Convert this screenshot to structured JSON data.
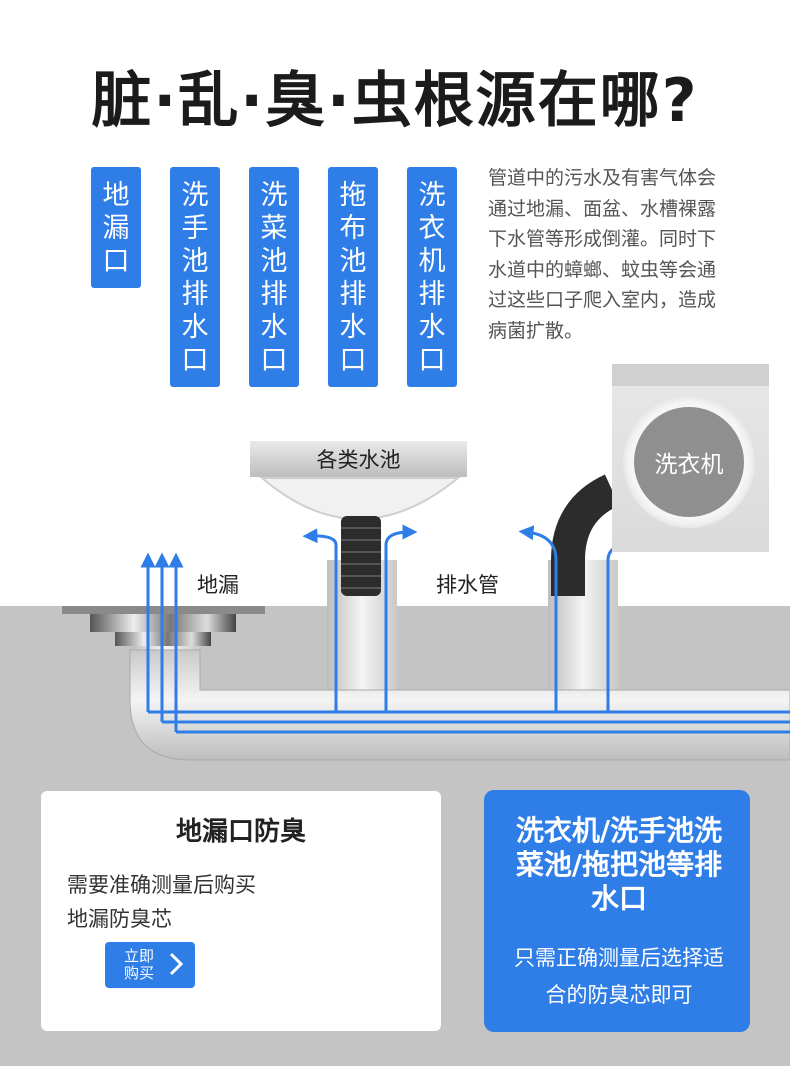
{
  "title": "脏·乱·臭·虫根源在哪?",
  "tags": [
    "地漏口",
    "洗手池排水口",
    "洗菜池排水口",
    "拖布池排水口",
    "洗衣机排水口"
  ],
  "description": "管道中的污水及有害气体会通过地漏、面盆、水槽裸露下水管等形成倒灌。同时下水道中的蟑螂、蚊虫等会通过这些口子爬入室内，造成病菌扩散。",
  "diagram": {
    "sink_label": "各类水池",
    "washer_label": "洗衣机",
    "floor_drain_label": "地漏",
    "pipe_label": "排水管"
  },
  "card_left": {
    "title": "地漏口防臭",
    "text": "需要准确测量后购买地漏防臭芯",
    "button": "立即购买"
  },
  "card_right": {
    "title": "洗衣机/洗手池洗菜池/拖把池等排水口",
    "text": "只需正确测量后选择适合的防臭芯即可"
  },
  "colors": {
    "accent": "#2f7de6",
    "ground": "#c4c4c4",
    "flow": "#2f7de6"
  }
}
